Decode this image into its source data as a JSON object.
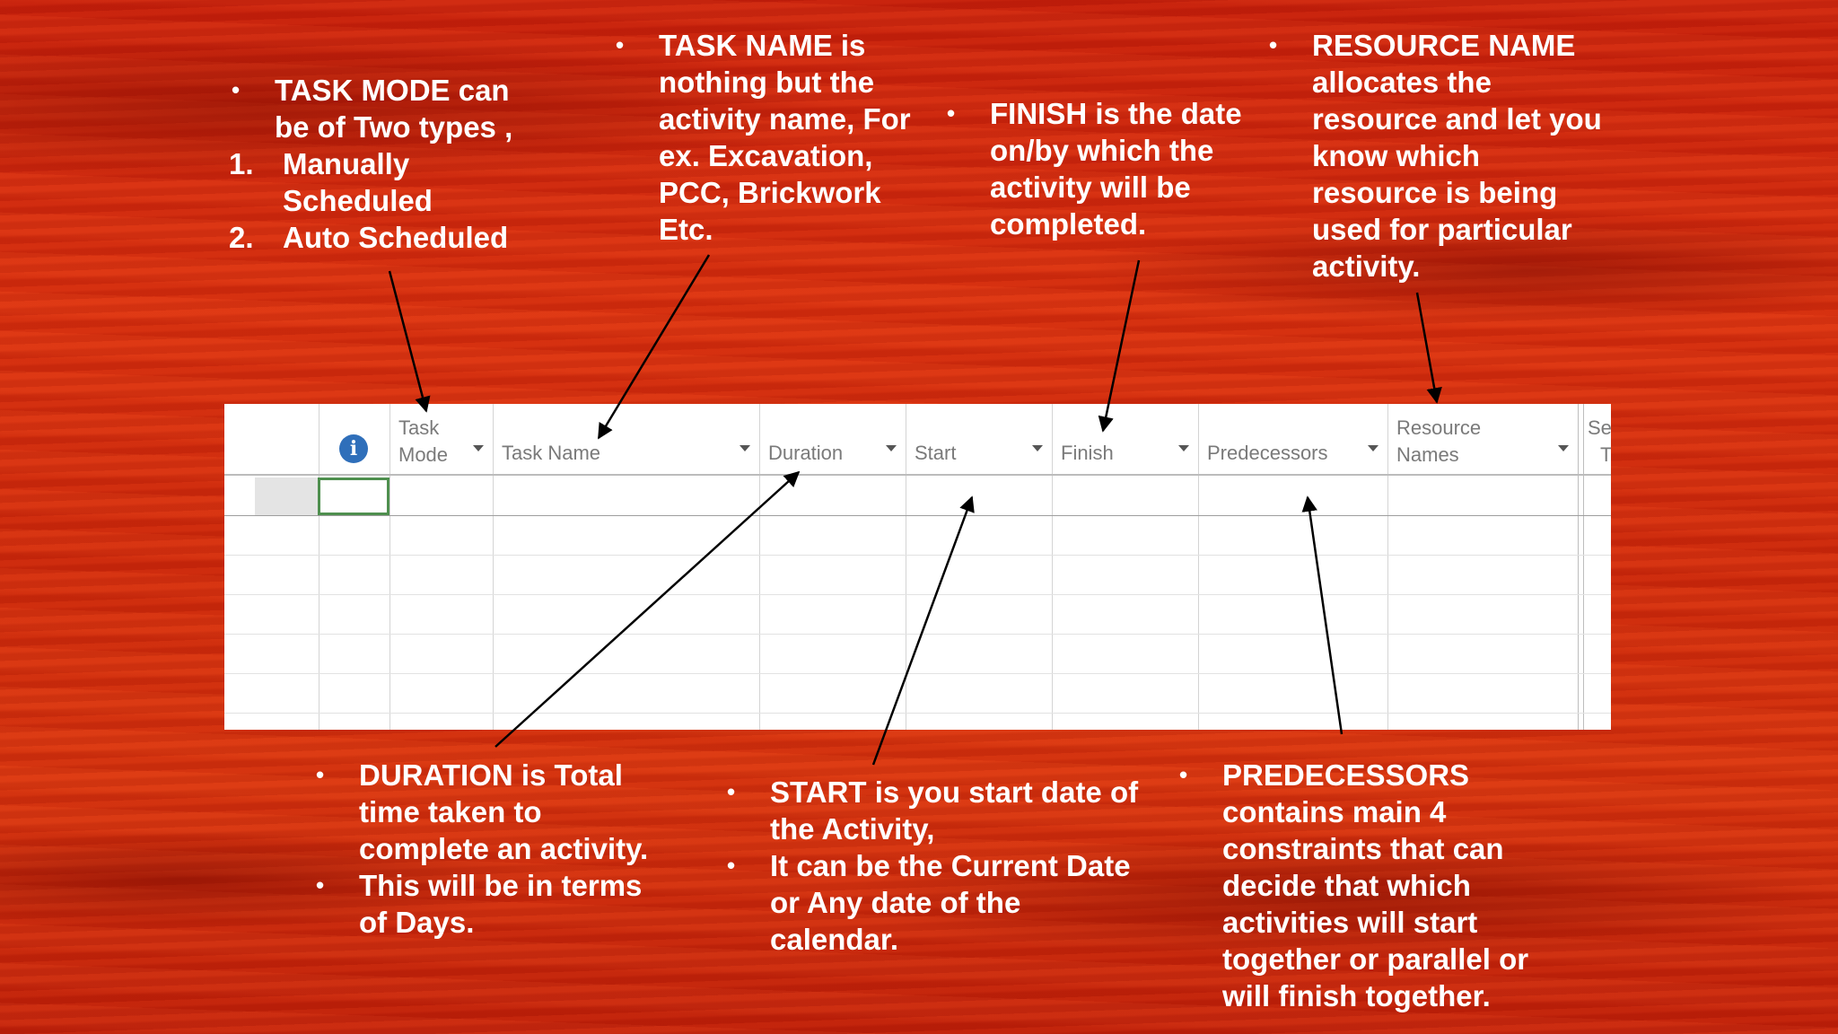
{
  "annotations": {
    "task_mode": {
      "intro": "TASK MODE can be of Two types ,",
      "types": [
        {
          "num": "1.",
          "text": "Manually Scheduled"
        },
        {
          "num": "2.",
          "text": "Auto Scheduled"
        }
      ]
    },
    "task_name": {
      "text": "TASK NAME is nothing but the activity name, For ex. Excavation, PCC, Brickwork Etc."
    },
    "finish": {
      "text": "FINISH is the date on/by which the activity will be completed."
    },
    "resource_name": {
      "text": "RESOURCE NAME allocates the resource and let you know which resource is being used for particular activity."
    },
    "duration": {
      "bullets": [
        "DURATION is Total time taken to complete an activity.",
        "This will be in terms of Days."
      ]
    },
    "start": {
      "bullets": [
        "START is you start date of the Activity,",
        "It can be the Current Date or  Any date of the calendar."
      ]
    },
    "predecessors": {
      "text": "PREDECESSORS contains main 4 constraints that can decide that which activities will start together or parallel or will finish together."
    }
  },
  "grid": {
    "info_icon": "info-icon",
    "columns": [
      {
        "label_line1": "Task",
        "label_line2": "Mode"
      },
      {
        "label": "Task Name"
      },
      {
        "label": "Duration"
      },
      {
        "label": "Start"
      },
      {
        "label": "Finish"
      },
      {
        "label": "Predecessors"
      },
      {
        "label_line1": "Resource",
        "label_line2": "Names"
      },
      {
        "label_line1": "Se",
        "label_line2": "T"
      }
    ]
  },
  "colors": {
    "background": "#d02a0c",
    "annotation_text": "#ffffff",
    "arrow": "#000000",
    "info_icon": "#2f6fba",
    "selected_cell_border": "#4e8f4e"
  }
}
